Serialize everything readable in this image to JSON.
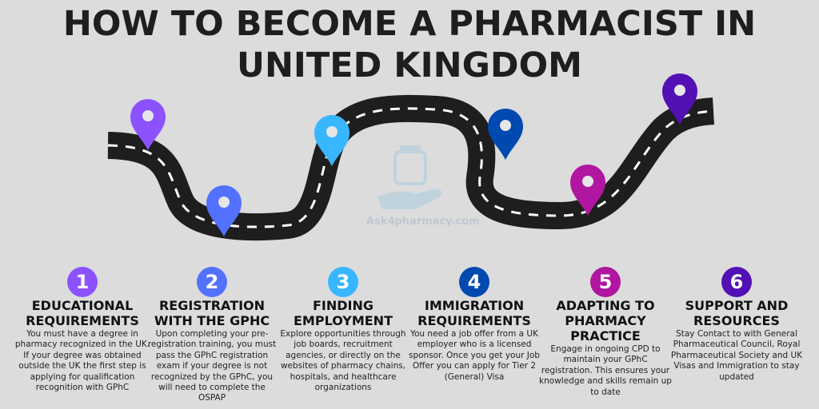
{
  "title_line1": "HOW TO BECOME A PHARMACIST IN",
  "title_line2": "UNITED KINGDOM",
  "watermark": "Ask4pharmacy.com",
  "colors": {
    "step1": "#8c52ff",
    "step2": "#5271ff",
    "step3": "#38b6ff",
    "step4": "#0049b0",
    "step5": "#b0169f",
    "step6": "#5210b5",
    "road": "#1e1e1e"
  },
  "steps": [
    {
      "number": "1",
      "title": "EDUCATIONAL REQUIREMENTS",
      "body": "You must have a degree in pharmacy recognized in the UK. If your degree was obtained outside the UK the first step is applying for qualification recognition with GPhC"
    },
    {
      "number": "2",
      "title": "REGISTRATION WITH THE GPHC",
      "body": "Upon completing your pre-registration training, you must pass the GPhC registration exam if your degree is not recognized by the GPhC, you will need to complete the OSPAP"
    },
    {
      "number": "3",
      "title": "FINDING EMPLOYMENT",
      "body": "Explore opportunities through job boards, recruitment agencies, or directly on the websites of pharmacy chains, hospitals, and healthcare organizations"
    },
    {
      "number": "4",
      "title": "IMMIGRATION REQUIREMENTS",
      "body": "You need a job offer from a UK employer who is a licensed sponsor. Once you get your Job Offer you can apply for Tier 2 (General) Visa"
    },
    {
      "number": "5",
      "title": "ADAPTING TO PHARMACY PRACTICE",
      "body": "Engage in ongoing CPD to maintain your GPhC registration. This ensures your knowledge and skills remain up to date"
    },
    {
      "number": "6",
      "title": "SUPPORT AND RESOURCES",
      "body": "Stay Contact to with General Pharmaceutical Council, Royal Pharmaceutical Society and UK Visas and Immigration to stay updated"
    }
  ]
}
